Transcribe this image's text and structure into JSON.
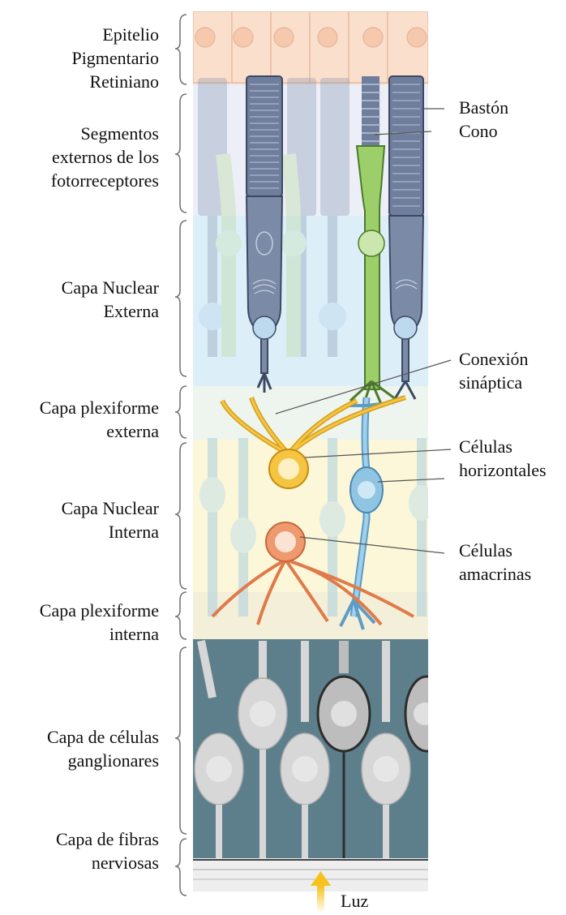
{
  "layers": [
    {
      "id": "epitelio",
      "lines": [
        "Epitelio",
        "Pigmentario",
        "Retiniano"
      ]
    },
    {
      "id": "segmentos",
      "lines": [
        "Segmentos",
        "externos de los",
        "fotorreceptores"
      ]
    },
    {
      "id": "nuclear-externa",
      "lines": [
        "Capa Nuclear",
        "Externa"
      ]
    },
    {
      "id": "plexiforme-externa",
      "lines": [
        "Capa plexiforme",
        "externa"
      ]
    },
    {
      "id": "nuclear-interna",
      "lines": [
        "Capa Nuclear",
        "Interna"
      ]
    },
    {
      "id": "plexiforme-interna",
      "lines": [
        "Capa plexiforme",
        "interna"
      ]
    },
    {
      "id": "ganglionares",
      "lines": [
        "Capa de células",
        "ganglionares"
      ]
    },
    {
      "id": "fibras",
      "lines": [
        "Capa de fibras",
        "nerviosas"
      ]
    }
  ],
  "callouts": [
    {
      "id": "baston",
      "lines": [
        "Bastón"
      ]
    },
    {
      "id": "cono",
      "lines": [
        "Cono"
      ]
    },
    {
      "id": "conexion",
      "lines": [
        "Conexión",
        "sináptica"
      ]
    },
    {
      "id": "horizontales",
      "lines": [
        "Células",
        "horizontales"
      ]
    },
    {
      "id": "amacrinas",
      "lines": [
        "Células",
        "amacrinas"
      ]
    }
  ],
  "light_label": "Luz",
  "colors": {
    "rpe": "#f9d9c6",
    "outer": "#e9ecf6",
    "onl": "#dceef8",
    "inl": "#fbf7d8",
    "gcl": "#5d7f8c",
    "rod": "#7b8aa6",
    "cone": "#9ccf6a",
    "horizontal": "#f5c542",
    "amacrine": "#ee9a6e",
    "bipolar": "#8fc4e3",
    "ganglion": "#c9c9c9",
    "arrow": "#f7c21b"
  }
}
